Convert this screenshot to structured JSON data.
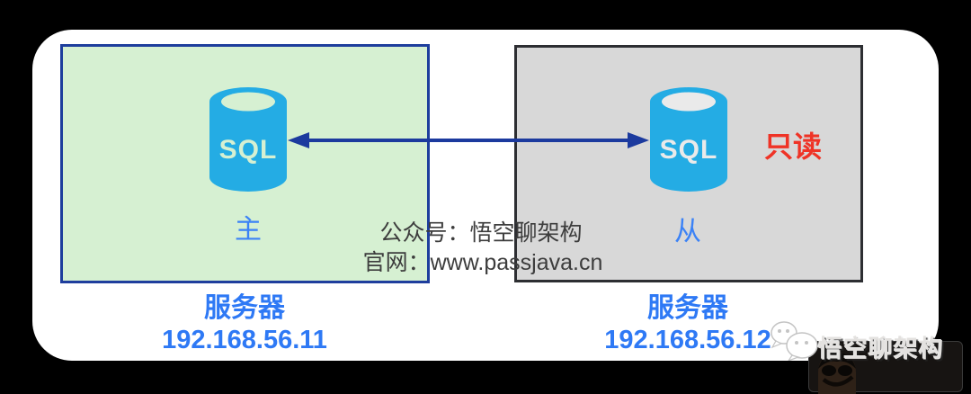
{
  "colors": {
    "page_bg": "#000000",
    "card_bg": "#ffffff",
    "master_box_fill": "#d6f0d2",
    "master_box_border": "#1e3e9d",
    "slave_box_fill": "#d8d8d8",
    "slave_box_border": "#2d2e32",
    "cylinder_blue": "#24ace4",
    "arrow_navy": "#1c3a9e",
    "role_blue": "#3b82f6",
    "server_blue": "#2e79f5",
    "readonly_red": "#ef3326",
    "caption_gray": "#3d3d3d"
  },
  "diagram": {
    "master": {
      "db_icon_text": "SQL",
      "role_label": "主",
      "server_label": "服务器",
      "server_ip": "192.168.56.11"
    },
    "slave": {
      "db_icon_text": "SQL",
      "role_label": "从",
      "readonly_label": "只读",
      "server_label": "服务器",
      "server_ip": "192.168.56.12"
    },
    "caption_line1": "公众号：悟空聊架构",
    "caption_line2": "官网：www.passjava.cn"
  },
  "watermark": {
    "text": "悟空聊架构"
  }
}
